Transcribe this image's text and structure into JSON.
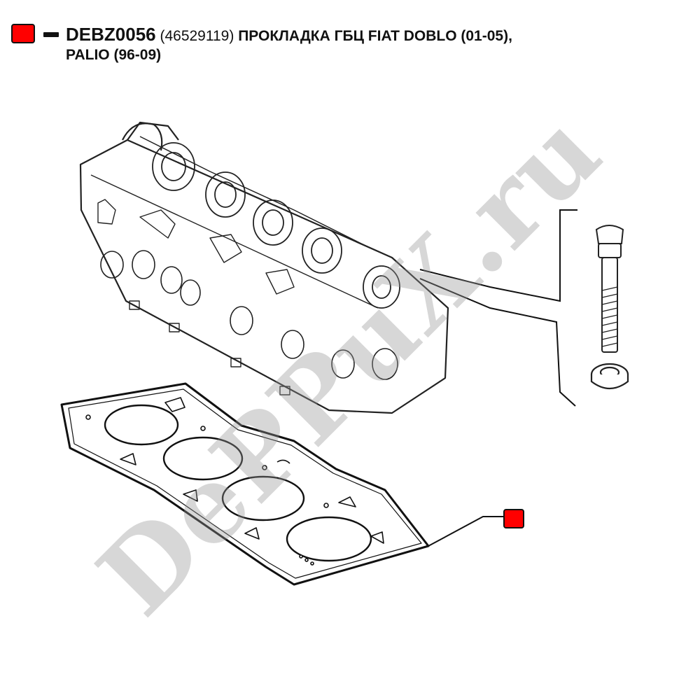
{
  "header": {
    "legend_color": "#ff0000",
    "part_code": "DEBZ0056",
    "oem_code": "(46529119)",
    "description": "ПРОКЛАДКА ГБЦ FIAT DOBLO (01-05),",
    "description_line2": "PALIO (96-09)"
  },
  "callout": {
    "marker_color": "#ff0000"
  },
  "watermark": {
    "text": "DePPuX.ru"
  }
}
